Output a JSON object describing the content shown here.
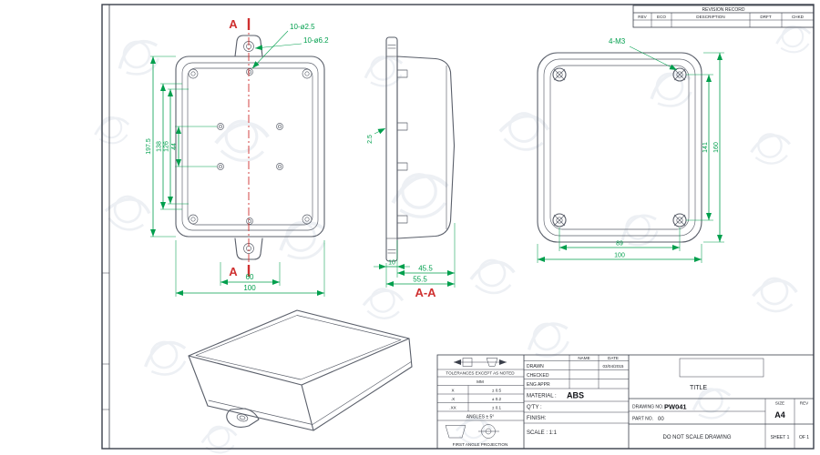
{
  "colors": {
    "dim-color": "#009f4d",
    "section-color": "#cf3030",
    "edge-color": "#5a5f6a",
    "line-color": "#3a3f4a"
  },
  "front_view": {
    "dim_overall_height": "197.5",
    "dim_height_138": "138",
    "dim_height_126": "126",
    "dim_height_44": "44",
    "dim_width_60": "60",
    "dim_width_100": "100",
    "label_holes_pilot": "10-ø2.5",
    "label_holes_boss": "10-ø6.2",
    "section_letter_top": "A",
    "section_letter_bottom": "A"
  },
  "side_view": {
    "dim_wall": "2.5",
    "dim_lid": "10",
    "dim_body": "45.5",
    "dim_overall": "55.5",
    "section_title": "A-A"
  },
  "back_view": {
    "label_screws": "4-M3",
    "dim_height_141": "141",
    "dim_height_160": "160",
    "dim_width_89": "89",
    "dim_width_100": "100"
  },
  "revision_table": {
    "title": "REVISION RECORD",
    "col_rev": "REV",
    "col_eco": "ECO",
    "col_description": "DESCRIPTION",
    "col_drft": "DRFT",
    "col_chkd": "CHKD"
  },
  "title_block": {
    "tolerances_header": "TOLERANCES EXCEPT AS NOTED",
    "tol_unit": "MM",
    "tol_r1_label": "X",
    "tol_r1_value": "± 0.5",
    "tol_r2_label": ".X",
    "tol_r2_value": "± 0.2",
    "tol_r3_label": ".XX",
    "tol_r3_value": "± 0.1",
    "angles": "ANGLES ± 5°",
    "projection": "FIRST ANGLE PROJECTION",
    "col_name": "NAME",
    "col_date": "DATE",
    "row_drawn": "DRAWN",
    "row_checked": "CHECKED",
    "row_eng_appr": "ENG APPR",
    "drawn_date": "03/04/2015",
    "material_label": "MATERIAL :",
    "material_value": "ABS",
    "qty_label": "Q'TY :",
    "finish_label": "FINISH:",
    "scale_label": "SCALE : 1:1",
    "title_label": "TITLE",
    "drawing_no_label": "DRAWING NO.",
    "drawing_no_value": "PW041",
    "part_no_label": "PART NO.",
    "part_no_value": "00",
    "size_label": "SIZE",
    "size_value": "A4",
    "rev_label": "REV",
    "do_not_scale": "DO NOT SCALE DRAWING",
    "sheet": "SHEET 1",
    "of": "OF 1"
  }
}
